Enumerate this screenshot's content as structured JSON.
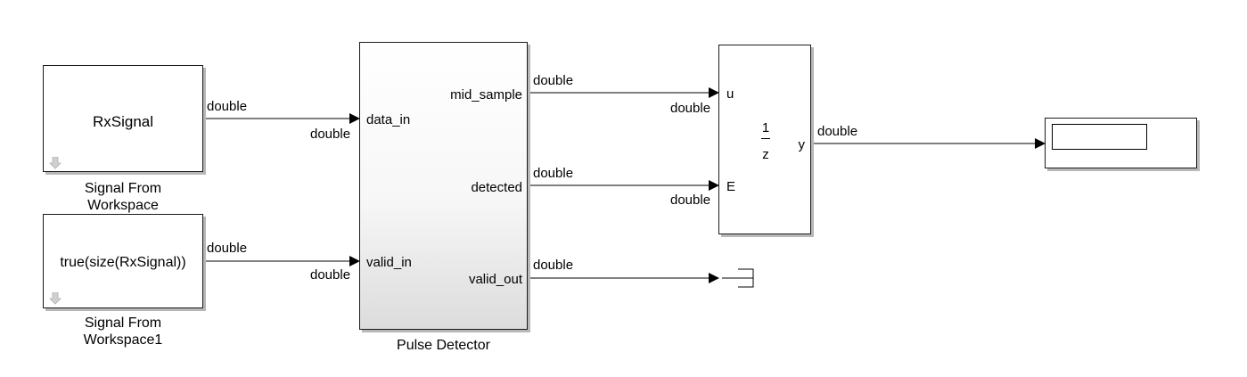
{
  "signal_rx": {
    "content": "RxSignal",
    "name_line1": "Signal From",
    "name_line2": "Workspace",
    "out_type": "double"
  },
  "signal_valid": {
    "content": "true(size(RxSignal))",
    "name_line1": "Signal From",
    "name_line2": "Workspace1",
    "out_type": "double"
  },
  "pulse_detector": {
    "name": "Pulse Detector",
    "in_ports": [
      "data_in",
      "valid_in"
    ],
    "in_types": [
      "double",
      "double"
    ],
    "out_ports": [
      "mid_sample",
      "detected",
      "valid_out"
    ],
    "out_types": [
      "double",
      "double",
      "double"
    ]
  },
  "delay_block": {
    "numerator": "1",
    "denominator": "z",
    "in_ports": [
      "u",
      "E"
    ],
    "in_types": [
      "double",
      "double"
    ],
    "out_port": "y",
    "out_type": "double"
  },
  "colors": {
    "line": "#000000",
    "block_border": "#1a1a1a",
    "shadow": "#b8b8b8"
  },
  "icons": {
    "workspace": "down-arrow-icon",
    "terminator": "terminator-icon",
    "display": "display-icon"
  }
}
